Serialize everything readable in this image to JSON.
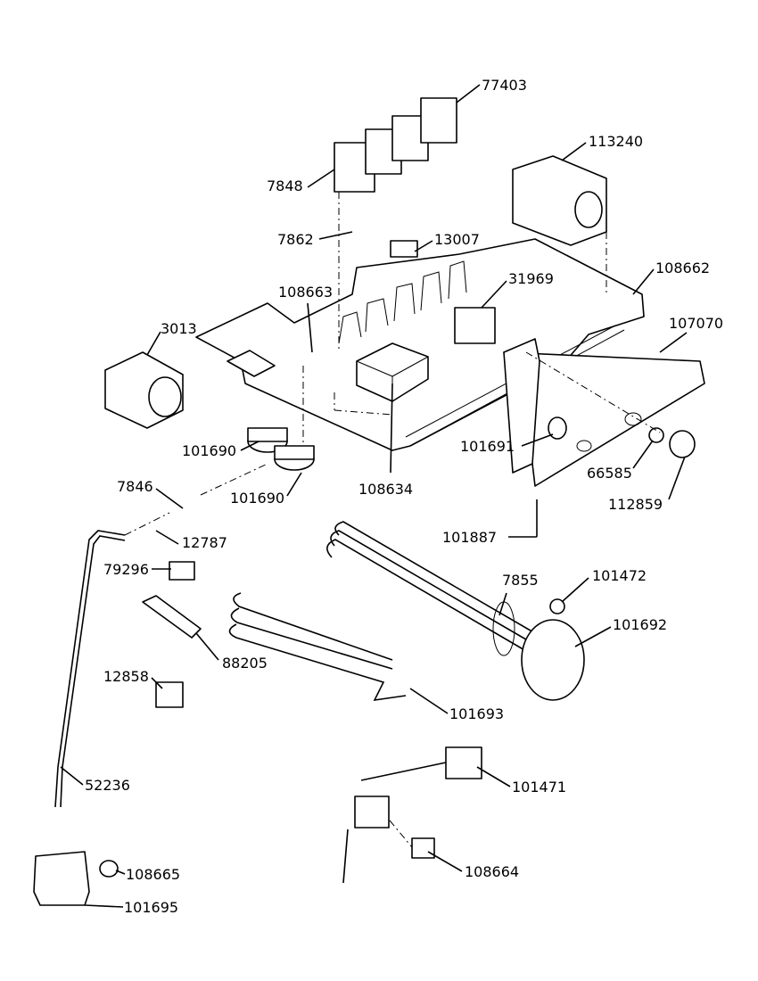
{
  "parts": [
    {
      "id": "77403",
      "label": "77403"
    },
    {
      "id": "113240",
      "label": "113240"
    },
    {
      "id": "7848",
      "label": "7848"
    },
    {
      "id": "7862",
      "label": "7862"
    },
    {
      "id": "13007",
      "label": "13007"
    },
    {
      "id": "108662",
      "label": "108662"
    },
    {
      "id": "108663",
      "label": "108663"
    },
    {
      "id": "31969",
      "label": "31969"
    },
    {
      "id": "107070",
      "label": "107070"
    },
    {
      "id": "3013",
      "label": "3013"
    },
    {
      "id": "101690a",
      "label": "101690"
    },
    {
      "id": "101691",
      "label": "101691"
    },
    {
      "id": "101690b",
      "label": "101690"
    },
    {
      "id": "108634",
      "label": "108634"
    },
    {
      "id": "66585",
      "label": "66585"
    },
    {
      "id": "112859",
      "label": "112859"
    },
    {
      "id": "7846",
      "label": "7846"
    },
    {
      "id": "12787",
      "label": "12787"
    },
    {
      "id": "101887",
      "label": "101887"
    },
    {
      "id": "79296",
      "label": "79296"
    },
    {
      "id": "7855",
      "label": "7855"
    },
    {
      "id": "101472",
      "label": "101472"
    },
    {
      "id": "101692",
      "label": "101692"
    },
    {
      "id": "88205",
      "label": "88205"
    },
    {
      "id": "12858",
      "label": "12858"
    },
    {
      "id": "101693",
      "label": "101693"
    },
    {
      "id": "52236",
      "label": "52236"
    },
    {
      "id": "101471",
      "label": "101471"
    },
    {
      "id": "108665",
      "label": "108665"
    },
    {
      "id": "108664",
      "label": "108664"
    },
    {
      "id": "101695",
      "label": "101695"
    }
  ]
}
